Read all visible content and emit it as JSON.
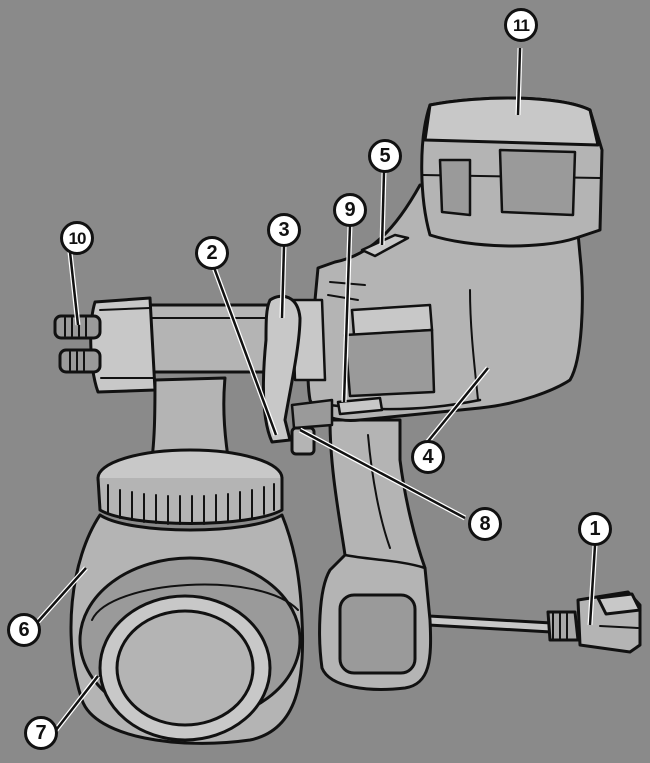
{
  "colors": {
    "background": "#8a8a8a",
    "body_fill": "#b4b4b4",
    "body_light": "#c8c8c8",
    "body_dark": "#9a9a9a",
    "outline": "#111111",
    "callout_fill": "#ffffff"
  },
  "callouts": [
    {
      "id": "1",
      "label": "1",
      "part": "cord"
    },
    {
      "id": "2",
      "label": "2",
      "part": "trigger"
    },
    {
      "id": "3",
      "label": "3",
      "part": "air-cap-lever"
    },
    {
      "id": "4",
      "label": "4",
      "part": "gun-body"
    },
    {
      "id": "5",
      "label": "5",
      "part": "top-button"
    },
    {
      "id": "6",
      "label": "6",
      "part": "paint-container"
    },
    {
      "id": "7",
      "label": "7",
      "part": "container-bottom"
    },
    {
      "id": "8",
      "label": "8",
      "part": "flow-knob"
    },
    {
      "id": "9",
      "label": "9",
      "part": "side-switch"
    },
    {
      "id": "10",
      "label": "10",
      "part": "nozzle"
    },
    {
      "id": "11",
      "label": "11",
      "part": "motor-housing"
    }
  ]
}
